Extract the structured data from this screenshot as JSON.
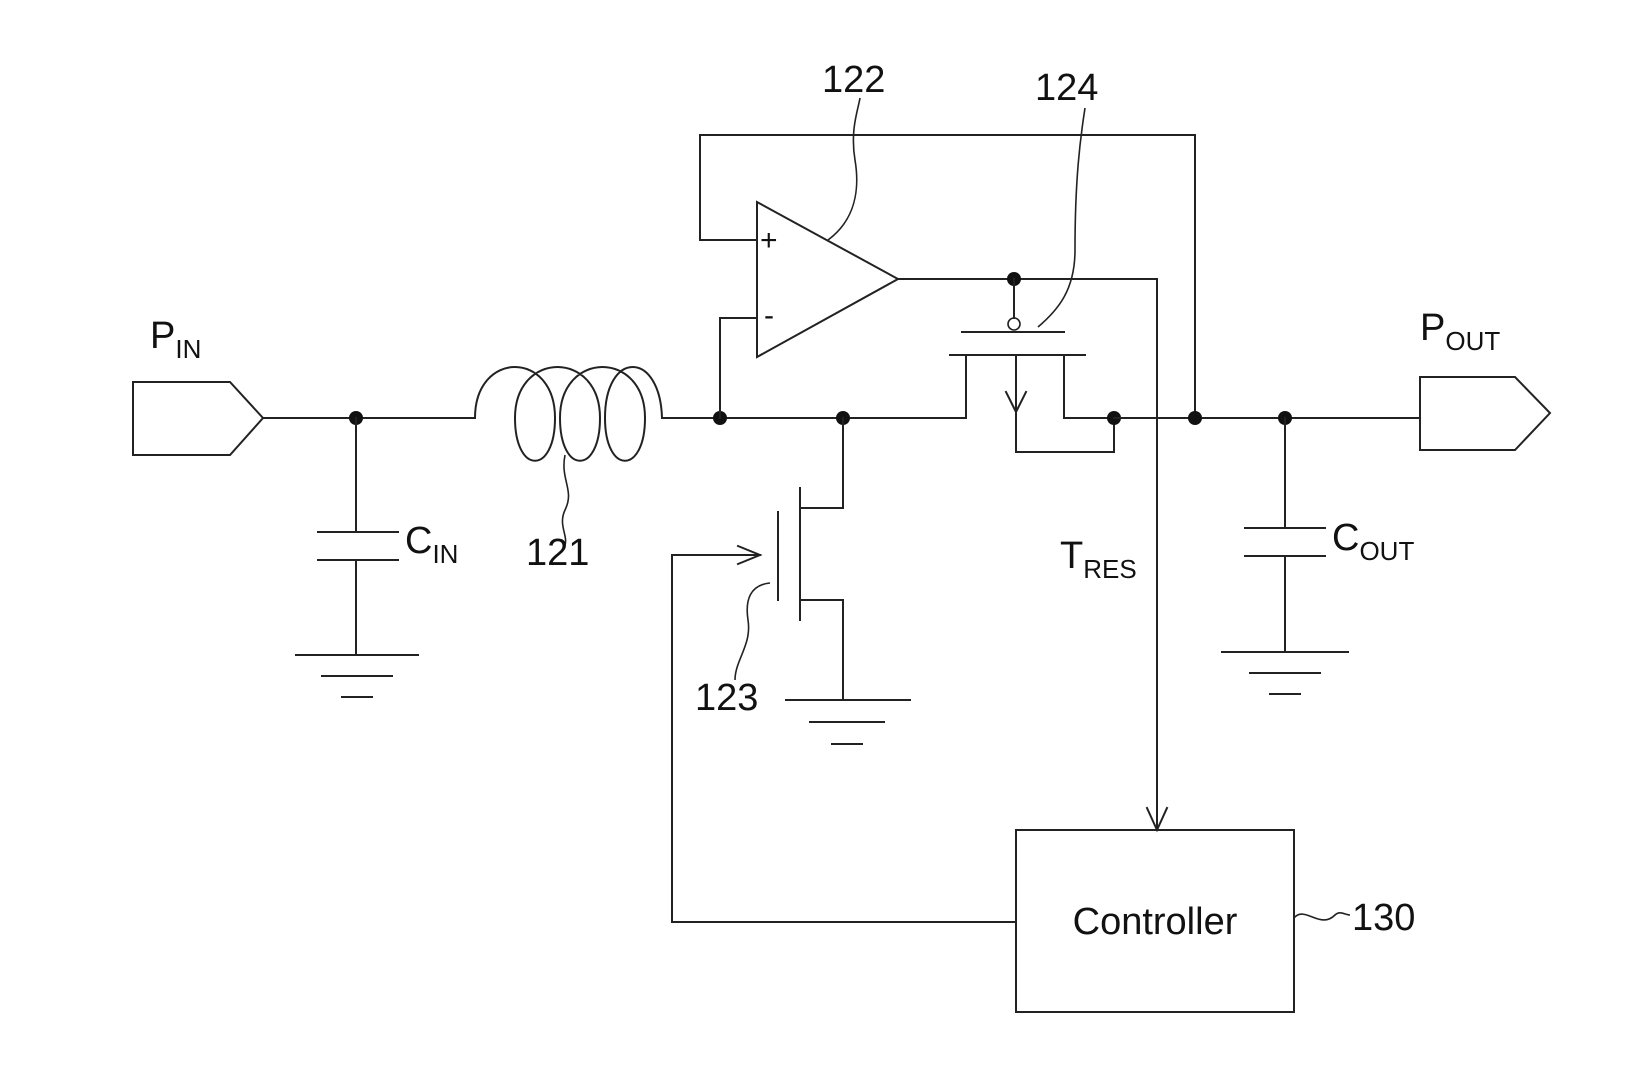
{
  "labels": {
    "pin_main": "P",
    "pin_sub": "IN",
    "pout_main": "P",
    "pout_sub": "OUT",
    "cin_main": "C",
    "cin_sub": "IN",
    "cout_main": "C",
    "cout_sub": "OUT",
    "tres_main": "T",
    "tres_sub": "RES",
    "inductor_ref": "121",
    "opamp_ref": "122",
    "low_transistor_ref": "123",
    "pass_transistor_ref": "124",
    "controller_ref": "130",
    "controller_text": "Controller",
    "opamp_plus": "+",
    "opamp_minus": "-"
  }
}
